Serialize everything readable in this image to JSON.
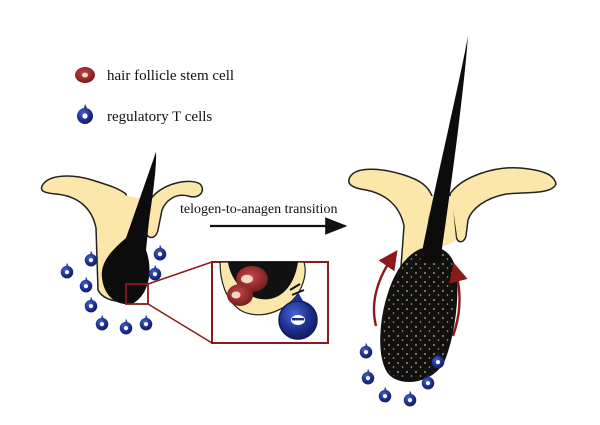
{
  "legend": {
    "stem_cell_label": "hair follicle stem cell",
    "treg_label": "regulatory T cells"
  },
  "arrow_label": "telogen-to-anagen transition",
  "icons": {
    "stem_cell": "hair-follicle-stem-cell-icon",
    "treg": "regulatory-t-cell-icon"
  },
  "colors": {
    "skin": "#fbe7a9",
    "hair": "#0c0c0c",
    "stem_cell": "#7a1c1c",
    "treg": "#1c2f8c",
    "frame": "#8b1a1a",
    "dots": "#d2b47a"
  }
}
